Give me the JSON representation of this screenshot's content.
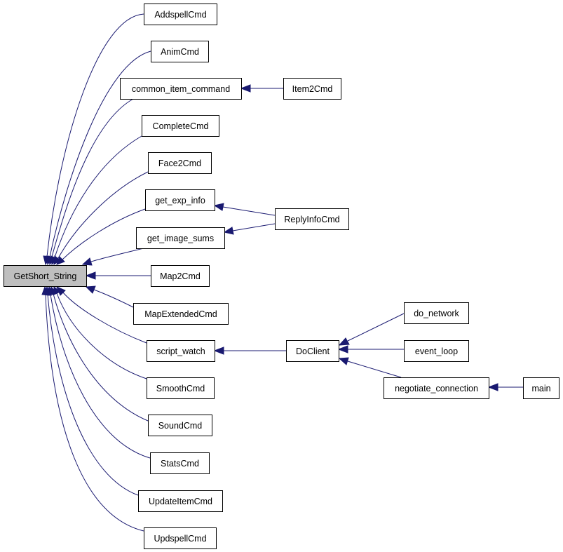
{
  "graph": {
    "root": "GetShort_String",
    "colors": {
      "edge": "#191970",
      "root_fill": "#bfbfbf",
      "node_fill": "#ffffff",
      "node_border": "#000000"
    },
    "nodes": [
      {
        "id": "getshort",
        "label": "GetShort_String"
      },
      {
        "id": "addspell",
        "label": "AddspellCmd"
      },
      {
        "id": "anim",
        "label": "AnimCmd"
      },
      {
        "id": "common",
        "label": "common_item_command"
      },
      {
        "id": "item2",
        "label": "Item2Cmd"
      },
      {
        "id": "complete",
        "label": "CompleteCmd"
      },
      {
        "id": "face2",
        "label": "Face2Cmd"
      },
      {
        "id": "getexp",
        "label": "get_exp_info"
      },
      {
        "id": "replyinfo",
        "label": "ReplyInfoCmd"
      },
      {
        "id": "getimage",
        "label": "get_image_sums"
      },
      {
        "id": "map2",
        "label": "Map2Cmd"
      },
      {
        "id": "mapext",
        "label": "MapExtendedCmd"
      },
      {
        "id": "script",
        "label": "script_watch"
      },
      {
        "id": "doclient",
        "label": "DoClient"
      },
      {
        "id": "donetwork",
        "label": "do_network"
      },
      {
        "id": "eventloop",
        "label": "event_loop"
      },
      {
        "id": "negotiate",
        "label": "negotiate_connection"
      },
      {
        "id": "main",
        "label": "main"
      },
      {
        "id": "smooth",
        "label": "SmoothCmd"
      },
      {
        "id": "sound",
        "label": "SoundCmd"
      },
      {
        "id": "stats",
        "label": "StatsCmd"
      },
      {
        "id": "updateitem",
        "label": "UpdateItemCmd"
      },
      {
        "id": "updspell",
        "label": "UpdspellCmd"
      }
    ],
    "edges": [
      {
        "from": "addspell",
        "to": "getshort"
      },
      {
        "from": "anim",
        "to": "getshort"
      },
      {
        "from": "common",
        "to": "getshort"
      },
      {
        "from": "item2",
        "to": "common"
      },
      {
        "from": "complete",
        "to": "getshort"
      },
      {
        "from": "face2",
        "to": "getshort"
      },
      {
        "from": "getexp",
        "to": "getshort"
      },
      {
        "from": "replyinfo",
        "to": "getexp"
      },
      {
        "from": "getimage",
        "to": "getshort"
      },
      {
        "from": "replyinfo",
        "to": "getimage"
      },
      {
        "from": "map2",
        "to": "getshort"
      },
      {
        "from": "mapext",
        "to": "getshort"
      },
      {
        "from": "script",
        "to": "getshort"
      },
      {
        "from": "doclient",
        "to": "script"
      },
      {
        "from": "donetwork",
        "to": "doclient"
      },
      {
        "from": "eventloop",
        "to": "doclient"
      },
      {
        "from": "negotiate",
        "to": "doclient"
      },
      {
        "from": "main",
        "to": "negotiate"
      },
      {
        "from": "smooth",
        "to": "getshort"
      },
      {
        "from": "sound",
        "to": "getshort"
      },
      {
        "from": "stats",
        "to": "getshort"
      },
      {
        "from": "updateitem",
        "to": "getshort"
      },
      {
        "from": "updspell",
        "to": "getshort"
      }
    ]
  }
}
